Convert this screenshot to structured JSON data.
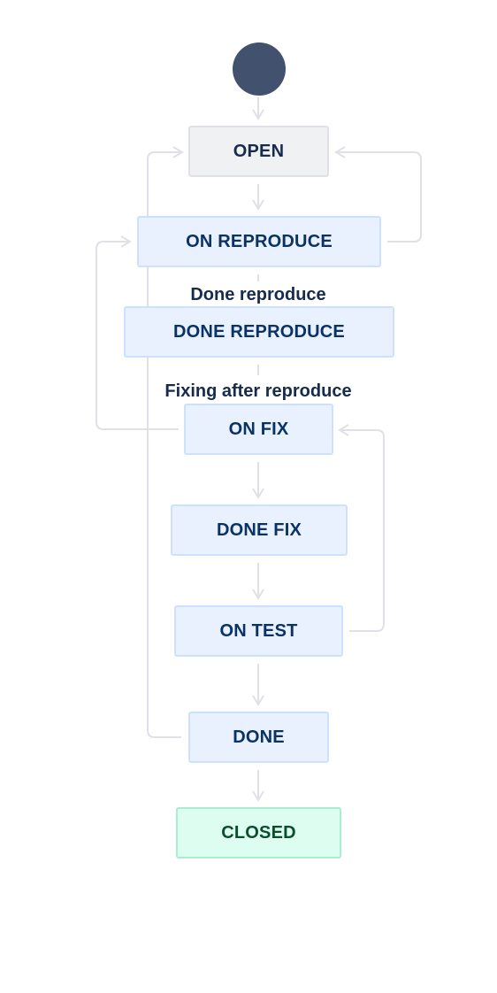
{
  "colors": {
    "start": "#42526e",
    "connector": "#dfe1e6",
    "todo_bg": "#f0f1f3",
    "inprogress_bg": "#e9f1fe",
    "done_bg": "#dcfdf0"
  },
  "statuses": {
    "open": "OPEN",
    "on_reproduce": "ON REPRODUCE",
    "done_reproduce": "DONE REPRODUCE",
    "on_fix": "ON FIX",
    "done_fix": "DONE FIX",
    "on_test": "ON TEST",
    "done": "DONE",
    "closed": "CLOSED"
  },
  "transitions": {
    "done_reproduce": "Done reproduce",
    "fixing_after_reproduce": "Fixing after reproduce"
  }
}
